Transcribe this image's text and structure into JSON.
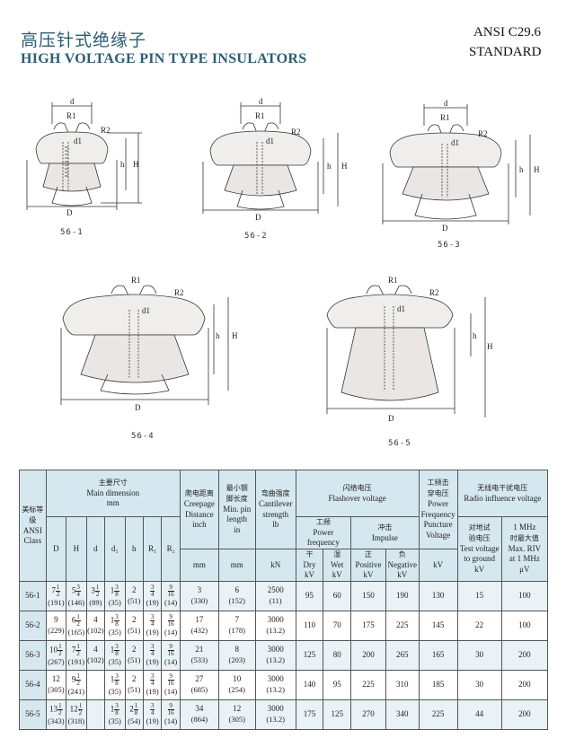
{
  "header": {
    "title_zh": "高压针式绝缘子",
    "title_en": "HIGH VOLTAGE PIN TYPE INSULATORS",
    "standard_line1": "ANSI C29.6",
    "standard_line2": "STANDARD"
  },
  "figures": {
    "dims": {
      "d": "d",
      "r1": "R1",
      "r2": "R2",
      "d1": "d1",
      "h": "h",
      "H": "H",
      "D": "D"
    },
    "labels": [
      "56-1",
      "56-2",
      "56-3",
      "56-4",
      "56-5"
    ]
  },
  "table": {
    "h_class": "美标等级 ANSI Class",
    "h_class_zh": "美标等级",
    "h_class_en1": "ANSI",
    "h_class_en2": "Class",
    "h_main_zh": "主要尺寸",
    "h_main_en": "Main dimension",
    "h_main_unit": "mm",
    "h_dim_cols": [
      "D",
      "H",
      "d",
      "d₁",
      "h",
      "R₁",
      "R₂"
    ],
    "h_creep_zh": "爬电距离",
    "h_creep_en1": "Creepage",
    "h_creep_en2": "Distance",
    "h_creep_en3": "inch",
    "h_creep_unit": "mm",
    "h_pin_zh1": "最小钢",
    "h_pin_zh2": "脚长度",
    "h_pin_en1": "Min. pin",
    "h_pin_en2": "length",
    "h_pin_en3": "in",
    "h_pin_unit": "mm",
    "h_cant_zh": "弯曲强度",
    "h_cant_en1": "Cantilever",
    "h_cant_en2": "strength",
    "h_cant_en3": "lb",
    "h_cant_unit": "kN",
    "h_flash_zh": "闪络电压",
    "h_flash_en": "Flashover voltage",
    "h_pf_zh": "工频",
    "h_pf_en": "Power frequency",
    "h_imp_zh": "冲击",
    "h_imp_en": "Impulse",
    "h_dry_zh": "干",
    "h_dry_en": "Dry",
    "h_wet_zh": "湿",
    "h_wet_en": "Wet",
    "h_pos_zh": "正",
    "h_pos_en": "Positive",
    "h_neg_zh": "负",
    "h_neg_en": "Negative",
    "h_punct_zh1": "工频击",
    "h_punct_zh2": "穿电压",
    "h_punct_en1": "Power",
    "h_punct_en2": "Frequency",
    "h_punct_en3": "Puncture",
    "h_punct_en4": "Voltage",
    "h_riv_zh": "无线电干扰电压",
    "h_riv_en": "Radio influence voltage",
    "h_test_zh": "对地试",
    "h_test_zh2": "验电压",
    "h_test_en1": "Test voltage",
    "h_test_en2": "to ground",
    "h_max_en1": "1 MHz",
    "h_max_zh": "时最大值",
    "h_max_en2": "Max. RIV",
    "h_max_en3": "at 1 MHz",
    "unit_kv": "kV",
    "unit_uv": "μV",
    "rows": [
      {
        "cls": "56-1",
        "D": "7",
        "Dn": "1",
        "Dd": "2",
        "D_mm": "(191)",
        "H": "5",
        "Hn": "3",
        "Hd": "4",
        "H_mm": "(146)",
        "d": "3",
        "dn": "1",
        "dd": "2",
        "d_mm": "(89)",
        "d1": "1",
        "d1n": "3",
        "d1d": "8",
        "d1_mm": "(35)",
        "h": "2",
        "h_mm": "(51)",
        "R1n": "3",
        "R1d": "4",
        "R1_mm": "(19)",
        "R2n": "9",
        "R2d": "16",
        "R2_mm": "(14)",
        "creep": "3",
        "creep_mm": "(330)",
        "pin": "6",
        "pin_mm": "(152)",
        "cant": "2500",
        "cant_kn": "(11)",
        "dry": "95",
        "wet": "60",
        "pos": "150",
        "neg": "190",
        "punct": "130",
        "test": "15",
        "max": "100"
      },
      {
        "cls": "56-2",
        "D": "9",
        "Dn": "",
        "Dd": "",
        "D_mm": "(229)",
        "H": "6",
        "Hn": "1",
        "Hd": "2",
        "H_mm": "(165)",
        "d": "4",
        "dn": "",
        "dd": "",
        "d_mm": "(102)",
        "d1": "1",
        "d1n": "3",
        "d1d": "8",
        "d1_mm": "(35)",
        "h": "2",
        "h_mm": "(51)",
        "R1n": "3",
        "R1d": "4",
        "R1_mm": "(19)",
        "R2n": "9",
        "R2d": "16",
        "R2_mm": "(14)",
        "creep": "17",
        "creep_mm": "(432)",
        "pin": "7",
        "pin_mm": "(178)",
        "cant": "3000",
        "cant_kn": "(13.2)",
        "dry": "110",
        "wet": "70",
        "pos": "175",
        "neg": "225",
        "punct": "145",
        "test": "22",
        "max": "100"
      },
      {
        "cls": "56-3",
        "D": "10",
        "Dn": "1",
        "Dd": "2",
        "D_mm": "(267)",
        "H": "7",
        "Hn": "1",
        "Hd": "2",
        "H_mm": "(191)",
        "d": "4",
        "dn": "",
        "dd": "",
        "d_mm": "(102)",
        "d1": "1",
        "d1n": "3",
        "d1d": "8",
        "d1_mm": "(35)",
        "h": "2",
        "h_mm": "(51)",
        "R1n": "3",
        "R1d": "4",
        "R1_mm": "(19)",
        "R2n": "9",
        "R2d": "16",
        "R2_mm": "(14)",
        "creep": "21",
        "creep_mm": "(533)",
        "pin": "8",
        "pin_mm": "(203)",
        "cant": "3000",
        "cant_kn": "(13.2)",
        "dry": "125",
        "wet": "80",
        "pos": "200",
        "neg": "265",
        "punct": "165",
        "test": "30",
        "max": "200"
      },
      {
        "cls": "56-4",
        "D": "12",
        "Dn": "",
        "Dd": "",
        "D_mm": "(305)",
        "H": "9",
        "Hn": "1",
        "Hd": "2",
        "H_mm": "(241)",
        "d": "",
        "dn": "",
        "dd": "",
        "d_mm": "",
        "d1": "1",
        "d1n": "3",
        "d1d": "8",
        "d1_mm": "(35)",
        "h": "2",
        "h_mm": "(51)",
        "R1n": "3",
        "R1d": "4",
        "R1_mm": "(19)",
        "R2n": "9",
        "R2d": "16",
        "R2_mm": "(14)",
        "creep": "27",
        "creep_mm": "(685)",
        "pin": "10",
        "pin_mm": "(254)",
        "cant": "3000",
        "cant_kn": "(13.2)",
        "dry": "140",
        "wet": "95",
        "pos": "225",
        "neg": "310",
        "punct": "185",
        "test": "30",
        "max": "200"
      },
      {
        "cls": "56-5",
        "D": "13",
        "Dn": "1",
        "Dd": "2",
        "D_mm": "(343)",
        "H": "12",
        "Hn": "1",
        "Hd": "2",
        "H_mm": "(318)",
        "d": "",
        "dn": "",
        "dd": "",
        "d_mm": "",
        "d1": "1",
        "d1n": "3",
        "d1d": "8",
        "d1_mm": "(35)",
        "h": "2",
        "hn": "1",
        "hd": "8",
        "h_mm": "(54)",
        "R1n": "3",
        "R1d": "4",
        "R1_mm": "(19)",
        "R2n": "9",
        "R2d": "16",
        "R2_mm": "(14)",
        "creep": "34",
        "creep_mm": "(864)",
        "pin": "12",
        "pin_mm": "(305)",
        "cant": "3000",
        "cant_kn": "(13.2)",
        "dry": "175",
        "wet": "125",
        "pos": "270",
        "neg": "340",
        "punct": "225",
        "test": "44",
        "max": "200"
      }
    ]
  }
}
